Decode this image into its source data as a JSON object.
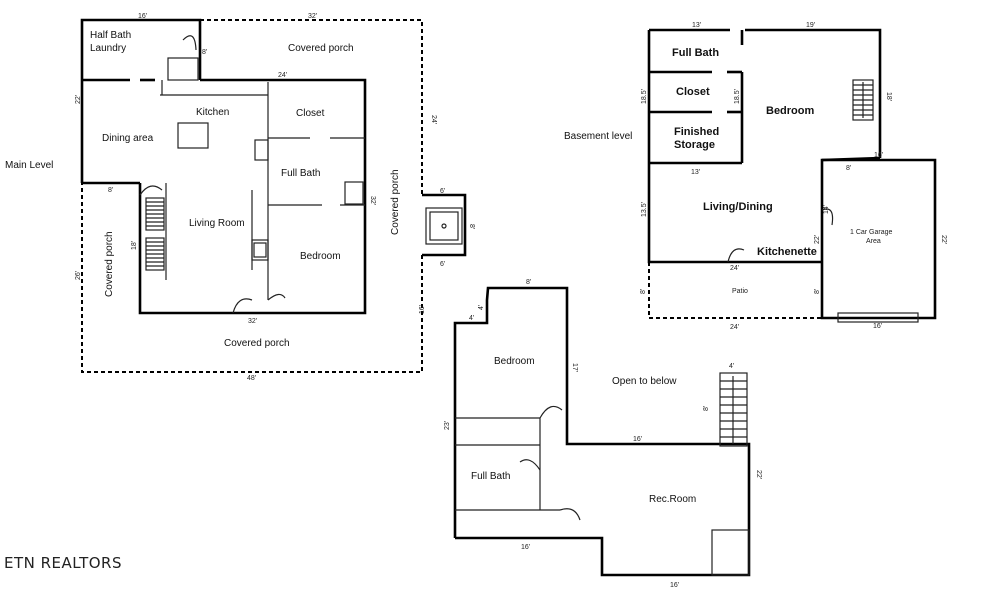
{
  "levels": {
    "main": "Main Level",
    "basement": "Basement level"
  },
  "main_rooms": {
    "half_bath": "Half Bath",
    "laundry": "Laundry",
    "covered_porch_top": "Covered porch",
    "kitchen": "Kitchen",
    "closet": "Closet",
    "dining": "Dining area",
    "full_bath": "Full Bath",
    "living": "Living Room",
    "bedroom": "Bedroom",
    "covered_porch_right": "Covered porch",
    "covered_porch_left": "Covered porch",
    "covered_porch_bottom": "Covered porch"
  },
  "main_dims": {
    "d16": "16'",
    "d32_top": "32'",
    "d8_a": "8'",
    "d24": "24'",
    "d22": "22'",
    "d24_v": "24'",
    "d32_v": "32'",
    "d6_top": "6'",
    "d8_b": "8'",
    "d6_bot": "6'",
    "d8_c": "8'",
    "d18": "18'",
    "d26": "26'",
    "d16_v": "16'",
    "d32_bot": "32'",
    "d48": "48'"
  },
  "basement_rooms": {
    "full_bath": "Full Bath",
    "closet": "Closet",
    "finished": "Finished",
    "storage": "Storage",
    "bedroom": "Bedroom",
    "living_dining": "Living/Dining",
    "kitchenette": "Kitchenette",
    "garage1": "1 Car Garage",
    "garage2": "Area",
    "patio": "Patio"
  },
  "basement_dims": {
    "d13_top": "13'",
    "d19": "19'",
    "d18_5_left": "18.5'",
    "d18_5_mid": "18.5'",
    "d18": "18'",
    "d16_top": "16'",
    "d13_mid": "13'",
    "d8": "8'",
    "d13_5": "13.5'",
    "d14": "14'",
    "d22_mid": "22'",
    "d22_right": "22'",
    "d24_mid": "24'",
    "d8_left": "8'",
    "d8_right": "8'",
    "d24_bot": "24'",
    "d16_bot": "16'"
  },
  "upper_rooms": {
    "bedroom": "Bedroom",
    "open": "Open to below",
    "full_bath": "Full Bath",
    "rec_room": "Rec.Room"
  },
  "upper_dims": {
    "d8_top": "8'",
    "d4_a": "4'",
    "d4_b": "4'",
    "d17": "17'",
    "d4_c": "4'",
    "d8_v": "8'",
    "d23": "23'",
    "d16_mid": "16'",
    "d22": "22'",
    "d16_left": "16'",
    "d16_bot": "16'"
  },
  "brand": "ETN REALTORS"
}
